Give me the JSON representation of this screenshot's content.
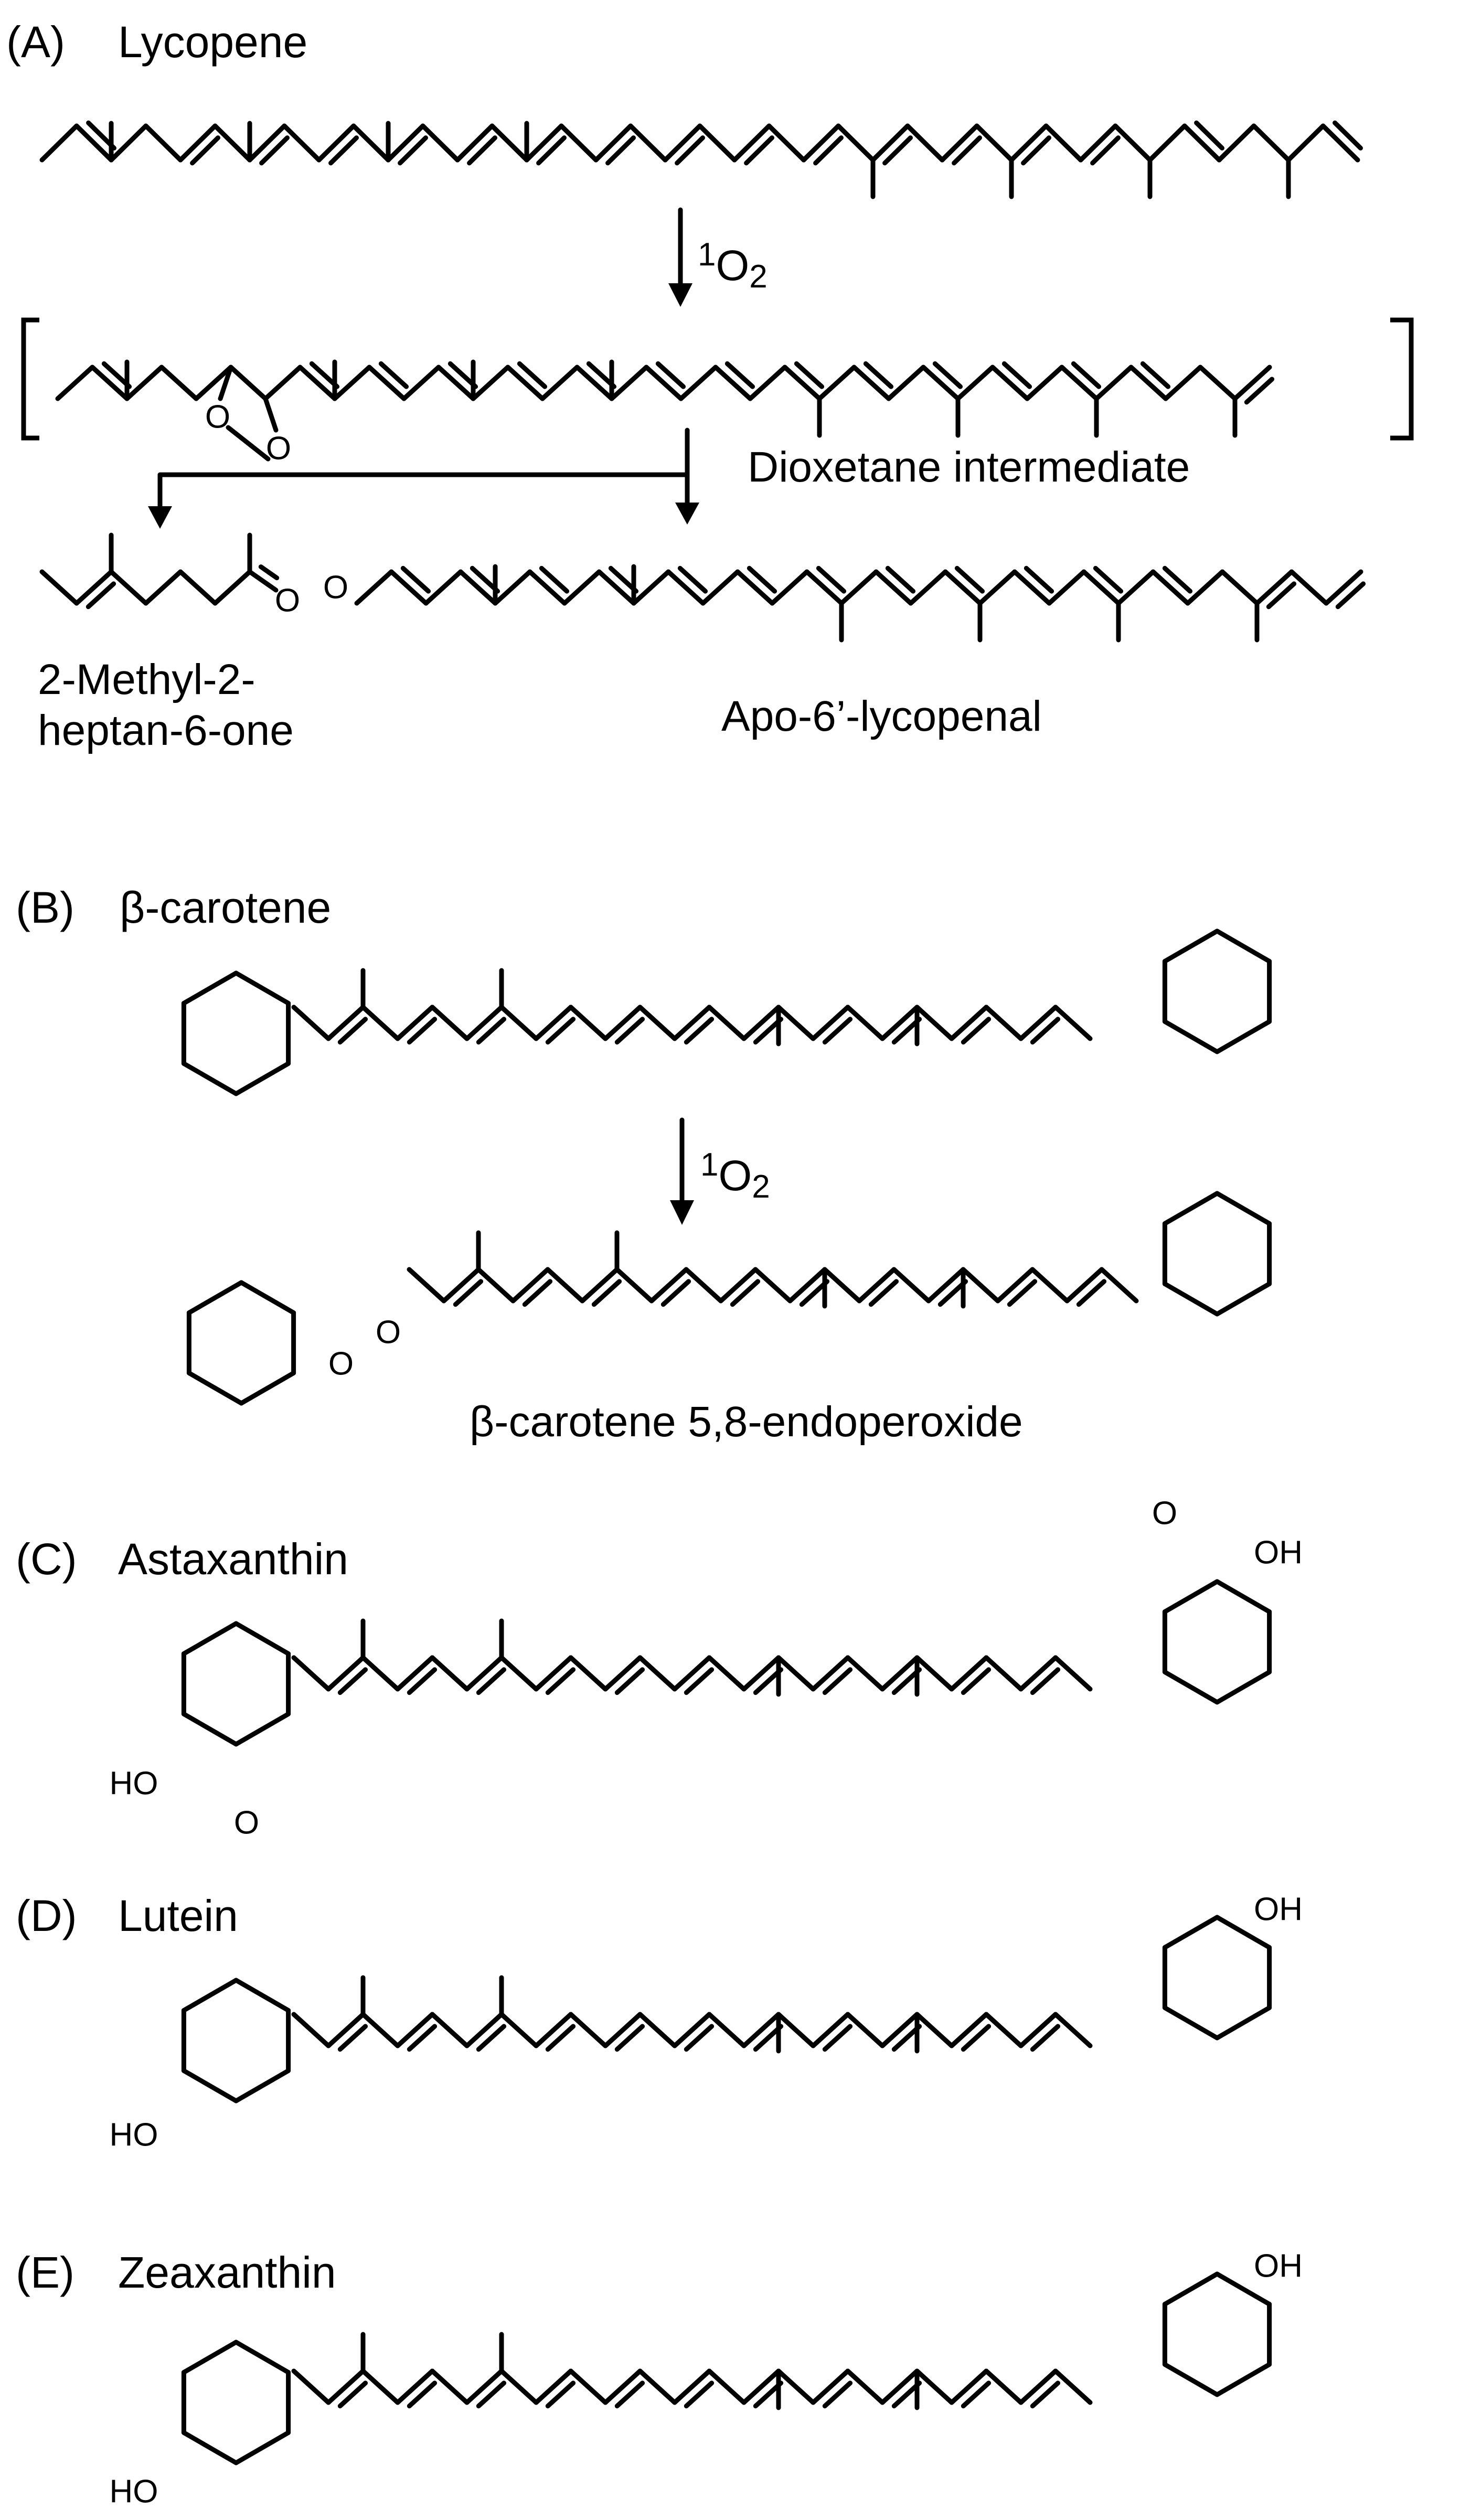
{
  "panels": [
    {
      "letter": "(A)",
      "name": "Lycopene"
    },
    {
      "letter": "(B)",
      "name": "β-carotene"
    },
    {
      "letter": "(C)",
      "name": "Astaxanthin"
    },
    {
      "letter": "(D)",
      "name": "Lutein"
    },
    {
      "letter": "(E)",
      "name": "Zeaxanthin"
    }
  ],
  "reagent": {
    "superscript": "1",
    "main": "O",
    "subscript": "2"
  },
  "labels": {
    "dioxetane": "Dioxetane intermediate",
    "methylheptenone_line1": "2-Methyl-2-",
    "methylheptenone_line2": "heptan-6-one",
    "apolycopenal": "Apo-6’-lycopenal",
    "endoperoxide": "β-carotene 5,8-endoperoxide"
  },
  "atoms": {
    "oxygen": "O",
    "hydroxyl_right": "OH",
    "hydroxyl_left": "HO"
  }
}
